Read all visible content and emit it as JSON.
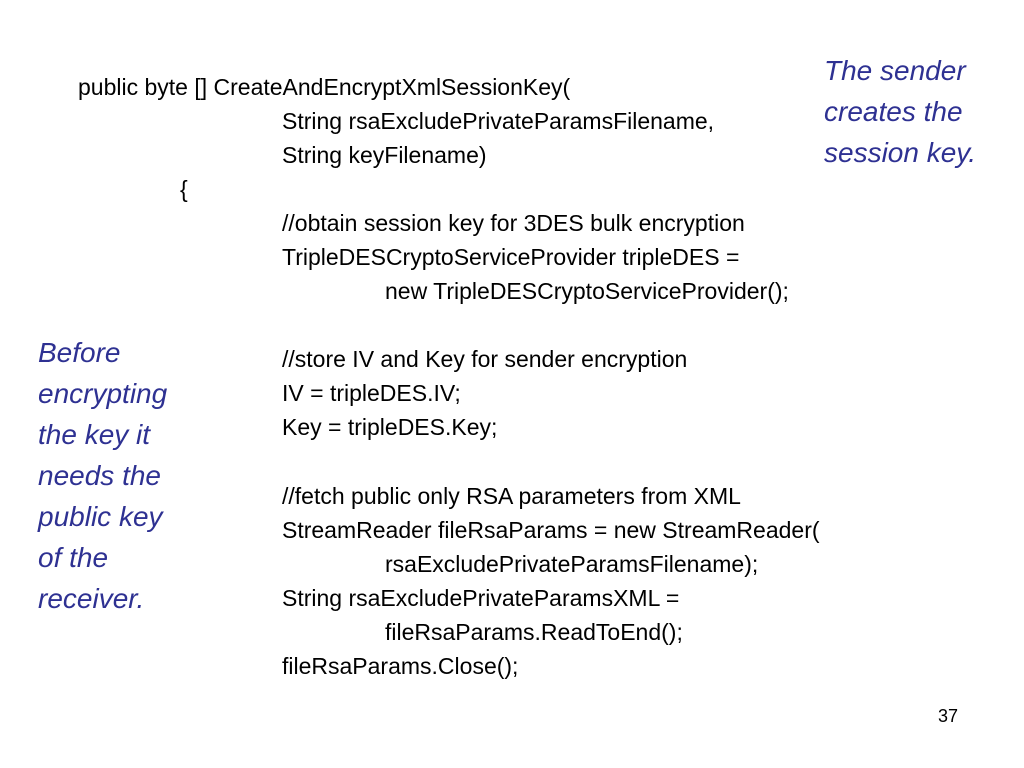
{
  "code": {
    "lines": [
      "public byte [] CreateAndEncryptXmlSessionKey(",
      "String rsaExcludePrivateParamsFilename,",
      "String keyFilename)",
      "{",
      "//obtain session key for 3DES bulk encryption",
      "TripleDESCryptoServiceProvider tripleDES =",
      "new TripleDESCryptoServiceProvider();",
      "//store IV and Key for sender encryption",
      "IV = tripleDES.IV;",
      "Key = tripleDES.Key;",
      "//fetch public only RSA parameters from XML",
      "StreamReader fileRsaParams = new StreamReader(",
      "rsaExcludePrivateParamsFilename);",
      "String rsaExcludePrivateParamsXML =",
      "fileRsaParams.ReadToEnd();",
      "fileRsaParams.Close();"
    ]
  },
  "notes": {
    "sender": [
      "The sender",
      "creates the",
      "session key."
    ],
    "receiver": [
      "Before",
      "encrypting",
      "the key it",
      "needs the",
      "public key",
      "of the",
      "receiver."
    ]
  },
  "note_color": "#2e3192",
  "page_number": "37"
}
